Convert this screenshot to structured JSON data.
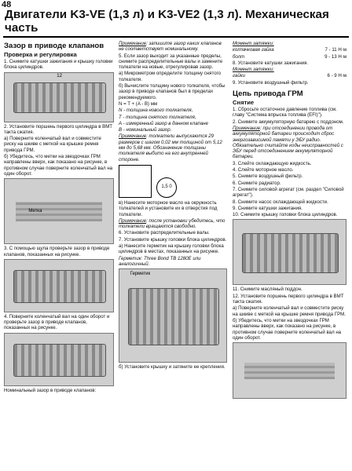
{
  "page_number": "48",
  "title": "Двигатели K3-VE (1,3 л) и K3-VE2 (1,3 л). Механическая часть",
  "col1": {
    "heading": "Зазор в приводе клапанов",
    "subheading": "Проверка и регулировка",
    "step1": "1. Снимите катушки зажигания и крышку головки блока цилиндров.",
    "fig1_label": "12",
    "step2": "2. Установите поршень первого цилиндра в ВМТ такта сжатия.",
    "step2a": "а) Поверните коленчатый вал и совместите риску на шкиве с меткой на крышке ремня привода ГРМ.",
    "step2b": "б) Убедитесь, что метки на звездочках ГРМ направлены вверх, как показано на рисунке, в противном случае поверните коленчатый вал на один оборот.",
    "fig2_label": "Метка",
    "step3": "3. С помощью щупа проверьте зазор в приводе клапанов, показанных на рисунке.",
    "step4": "4. Поверните коленчатый вал на один оборот и проверьте зазор в приводе клапанов, показанных на рисунке.",
    "footer": "Номинальный зазор в приводе клапанов:"
  },
  "col2": {
    "note1_label": "Примечание",
    "note1": "запишите зазор каких клапанов не соответствует номинальному.",
    "step5": "5. Если зазор выходит за указанные пределы, снимите распределительные валы и замените толкатели на новые, отрегулировав зазор.",
    "step5a": "а) Микрометром определите толщину снятого толкателя.",
    "step5b": "б) Вычислите толщину нового толкателя, чтобы зазор в приводе клапанов был в пределах рекомендуемого.",
    "formula": "N = T + (A - B) мм",
    "legend_n": "N - толщина нового толкателя,",
    "legend_t": "T - толщина снятого толкателя,",
    "legend_a": "A - измеренный зазор в данном клапане",
    "legend_b": "B - номинальный зазор.",
    "note2_label": "Примечание",
    "note2": "толкатели выпускаются 29 размеров с шагом 0,02 мм толщиной от 5,12 мм до 5,68 мм. Обозначение толщины толкателя выбито на его внутренней стороне.",
    "circle_label": "1,5 0",
    "step5v": "в) Нанесите моторное масло на окружность толкателей и установите их в отверстия под толкатели.",
    "note3_label": "Примечание",
    "note3": "после установки убедитесь, что толкатели вращаются свободно.",
    "step6": "6. Установите распределительные валы.",
    "step7": "7. Установите крышку головки блока цилиндров.",
    "step7a": "а) Нанесите герметик на крышку головки блока цилиндров в местах, показанных на рисунке.",
    "sealant": "Герметик: Three Bond TB 1280E или аналогичный.",
    "fig4_label": "Герметик",
    "step7b": "б) Установите крышку и затяните ее крепления."
  },
  "col3": {
    "torque_label": "Момент затяжки:",
    "torque1_name": "колпачковая гайка",
    "torque1_val": "7 - 11 Н·м",
    "torque2_name": "болт",
    "torque2_val": "9 - 13 Н·м",
    "step8": "8. Установите катушки зажигания.",
    "torque3_label": "Момент затяжки:",
    "torque3_name": "гайки",
    "torque3_val": "6 - 9 Н·м",
    "step9": "9. Установите воздушный фильтр.",
    "heading": "Цепь привода ГРМ",
    "subheading": "Снятие",
    "r1": "1. Сбросьте остаточное давление топлива (см. главу \"Система впрыска топлива (EFI)\").",
    "r2": "2. Снимите аккумуляторную батарею с поддоном.",
    "note_label": "Примечание",
    "note": "при отсоединении провода от аккумуляторной батареи происходит сброс энергозависимой памяти у ЭБУ радио. Обязательно считайте коды неисправностей с ЭБУ перед отсоединением аккумуляторной батареи.",
    "r3": "3. Слейте охлаждающую жидкость.",
    "r4": "4. Слейте моторное масло.",
    "r5": "5. Снимите воздушный фильтр.",
    "r6": "6. Снимите радиатор.",
    "r7": "7. Снимите силовой агрегат (см. раздел \"Силовой агрегат\").",
    "r8": "8. Снимите насос охлаждающей жидкости.",
    "r9": "9. Снимите катушки зажигания.",
    "r10": "10. Снимите крышку головки блока цилиндров.",
    "r11": "11. Снимите масляный поддон.",
    "r12": "12. Установите поршень первого цилиндра в ВМТ такта сжатия.",
    "r12a": "а) Поверните коленчатый вал и совместите риску на шкиве с меткой на крышке ремня привода ГРМ.",
    "r12b": "б) Убедитесь, что метки на звездочках ГРМ направлены вверх, как показано на рисунке, в противном случае поверните коленчатый вал на один оборот."
  }
}
